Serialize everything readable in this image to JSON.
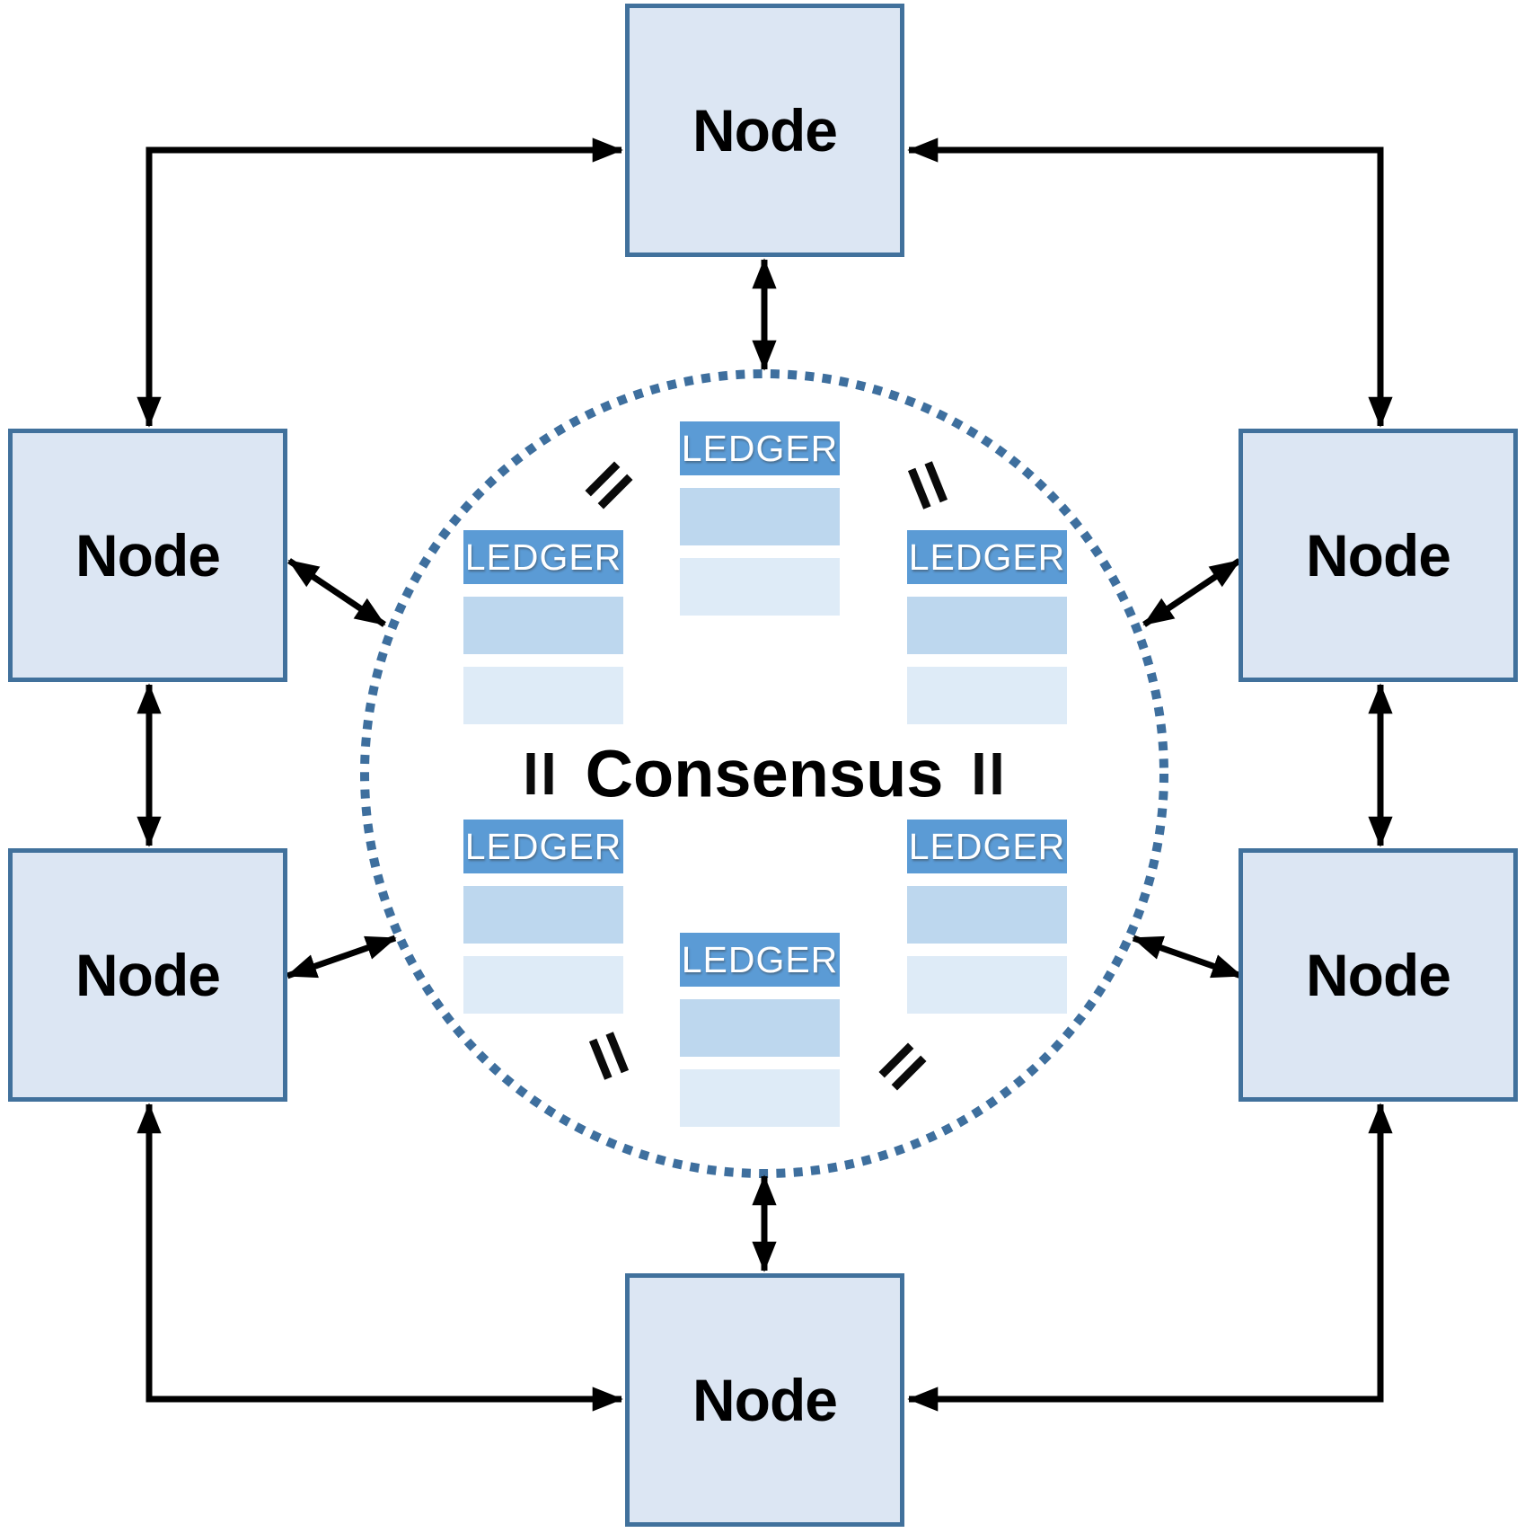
{
  "diagram": {
    "center_label": "Consensus",
    "nodes": [
      {
        "id": "top",
        "label": "Node"
      },
      {
        "id": "upper-left",
        "label": "Node"
      },
      {
        "id": "upper-right",
        "label": "Node"
      },
      {
        "id": "lower-left",
        "label": "Node"
      },
      {
        "id": "lower-right",
        "label": "Node"
      },
      {
        "id": "bottom",
        "label": "Node"
      }
    ],
    "ledgers": [
      {
        "id": "top-center",
        "label": "LEDGER"
      },
      {
        "id": "upper-left",
        "label": "LEDGER"
      },
      {
        "id": "upper-right",
        "label": "LEDGER"
      },
      {
        "id": "lower-left",
        "label": "LEDGER"
      },
      {
        "id": "lower-right",
        "label": "LEDGER"
      },
      {
        "id": "bottom-center",
        "label": "LEDGER"
      }
    ],
    "colors": {
      "node_fill": "#dce6f3",
      "node_border": "#41719c",
      "ledger_header": "#5b9bd5",
      "ledger_row1": "#bdd7ee",
      "ledger_row2": "#deebf7",
      "circle_dotted": "#3e6f9e",
      "arrow": "#000000"
    }
  }
}
